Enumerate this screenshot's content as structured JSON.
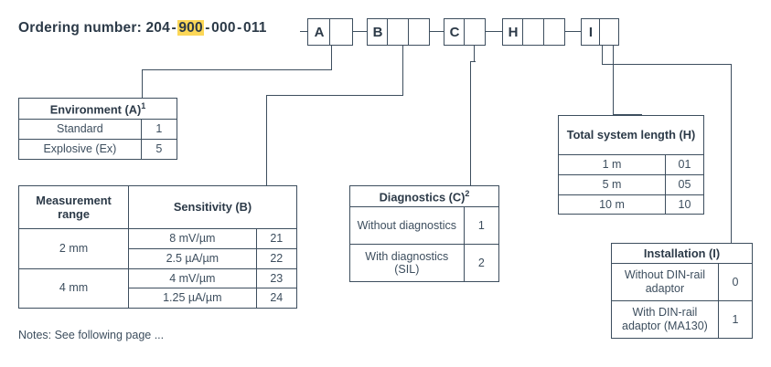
{
  "order": {
    "label": "Ordering number:",
    "prefix": "204",
    "highlighted": "900",
    "part3": "000",
    "part4": "011",
    "dash": "-"
  },
  "code_boxes": [
    {
      "letter": "A",
      "blanks": 1
    },
    {
      "letter": "B",
      "blanks": 2
    },
    {
      "letter": "C",
      "blanks": 1
    },
    {
      "letter": "H",
      "blanks": 2
    },
    {
      "letter": "I",
      "blanks": 1
    }
  ],
  "tables": {
    "environment": {
      "title": "Environment (A)",
      "superscript": "1",
      "rows": [
        {
          "label": "Standard",
          "code": "1"
        },
        {
          "label": "Explosive (Ex)",
          "code": "5"
        }
      ]
    },
    "sensitivity": {
      "title_range": "Measurement range",
      "title_sensitivity": "Sensitivity (B)",
      "groups": [
        {
          "range": "2 mm",
          "rows": [
            {
              "value": "8 mV/µm",
              "code": "21"
            },
            {
              "value": "2.5 µA/µm",
              "code": "22"
            }
          ]
        },
        {
          "range": "4 mm",
          "rows": [
            {
              "value": "4 mV/µm",
              "code": "23"
            },
            {
              "value": "1.25 µA/µm",
              "code": "24"
            }
          ]
        }
      ]
    },
    "diagnostics": {
      "title": "Diagnostics (C)",
      "superscript": "2",
      "rows": [
        {
          "label": "Without diagnostics",
          "code": "1"
        },
        {
          "label": "With diagnostics (SIL)",
          "code": "2"
        }
      ]
    },
    "total_length": {
      "title": "Total system length (H)",
      "rows": [
        {
          "label": "1 m",
          "code": "01"
        },
        {
          "label": "5 m",
          "code": "05"
        },
        {
          "label": "10 m",
          "code": "10"
        }
      ]
    },
    "installation": {
      "title": "Installation (I)",
      "rows": [
        {
          "label": "Without DIN-rail adaptor",
          "code": "0"
        },
        {
          "label": "With DIN-rail adaptor (MA130)",
          "code": "1"
        }
      ]
    }
  },
  "notes": "Notes: See following page ...",
  "colors": {
    "line": "#3d4e5e",
    "text": "#3d4e5e",
    "heading": "#2c3a48",
    "highlight": "#fcd757"
  }
}
